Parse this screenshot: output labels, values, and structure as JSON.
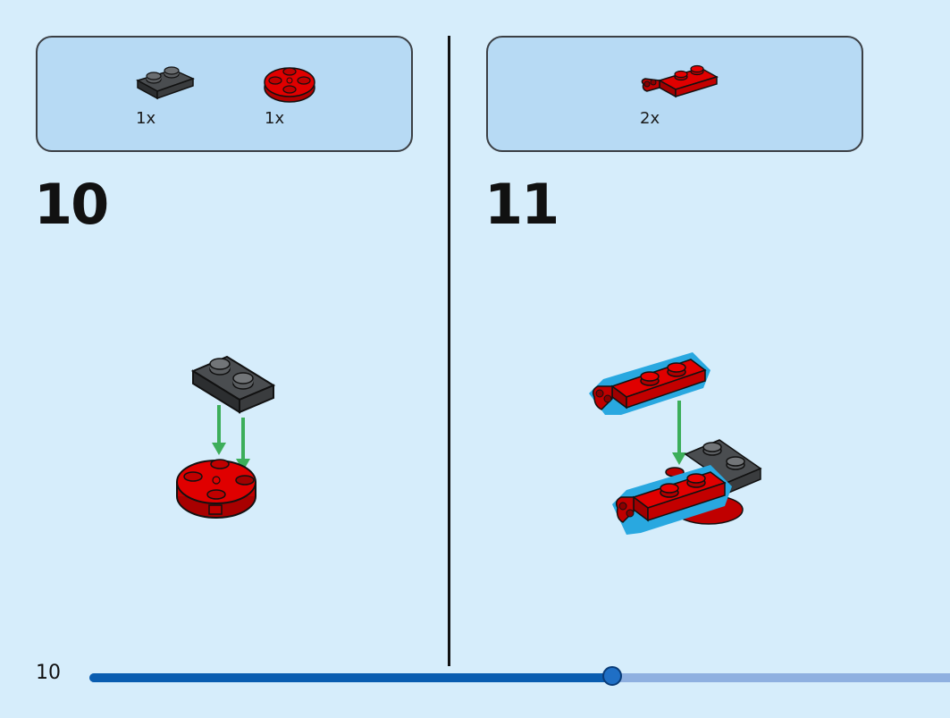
{
  "steps": [
    {
      "number": "10",
      "parts": [
        {
          "name": "dark-gray-plate-1x2",
          "qty": "1x",
          "color": "#3a3d40"
        },
        {
          "name": "red-round-plate-2x2",
          "qty": "1x",
          "color": "#d50000"
        }
      ]
    },
    {
      "number": "11",
      "parts": [
        {
          "name": "red-plate-with-clip",
          "qty": "2x",
          "color": "#d50000"
        }
      ]
    }
  ],
  "footer": {
    "page_number": "10",
    "progress": 0.607
  },
  "colors": {
    "background": "#d6edfb",
    "parts_box": "#b7daf4",
    "brick_red": "#d50000",
    "brick_dark_gray": "#3a3d40",
    "arrow_green": "#3cae5a",
    "highlight_blue": "#29a8e0",
    "progress_fill": "#0a5db0",
    "progress_track": "#8fb0e0"
  }
}
